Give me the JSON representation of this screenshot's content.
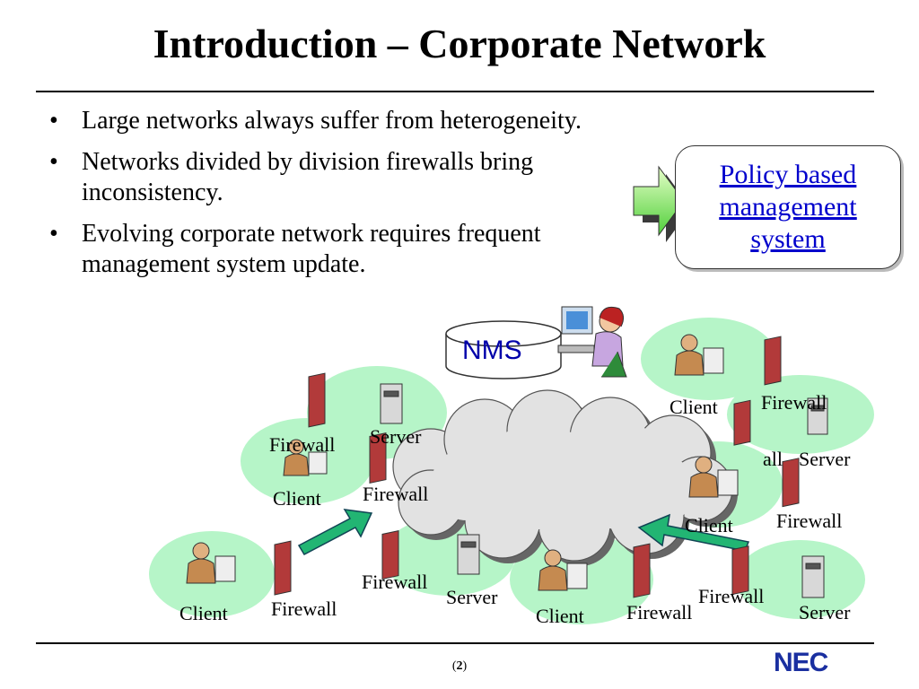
{
  "title": "Introduction – Corporate Network",
  "bullets": [
    "Large networks always suffer from heterogeneity.",
    "Networks divided by division firewalls bring inconsistency.",
    "Evolving corporate network requires frequent management system update."
  ],
  "policy_box": {
    "line1": "Policy based",
    "line2": "management",
    "line3": "system"
  },
  "nms_label": "NMS",
  "network_labels": {
    "client": "Client",
    "server": "Server",
    "firewall": "Firewall",
    "partial_wall": "all"
  },
  "footer": {
    "page_open": "(",
    "page_number": "2",
    "page_close": ")",
    "logo": "NEC"
  },
  "colors": {
    "link": "#0000cc",
    "bubble": "#b6f5c8",
    "arrow": "#22b573",
    "logo": "#1a2fa0",
    "wall": "#b23a3a"
  }
}
